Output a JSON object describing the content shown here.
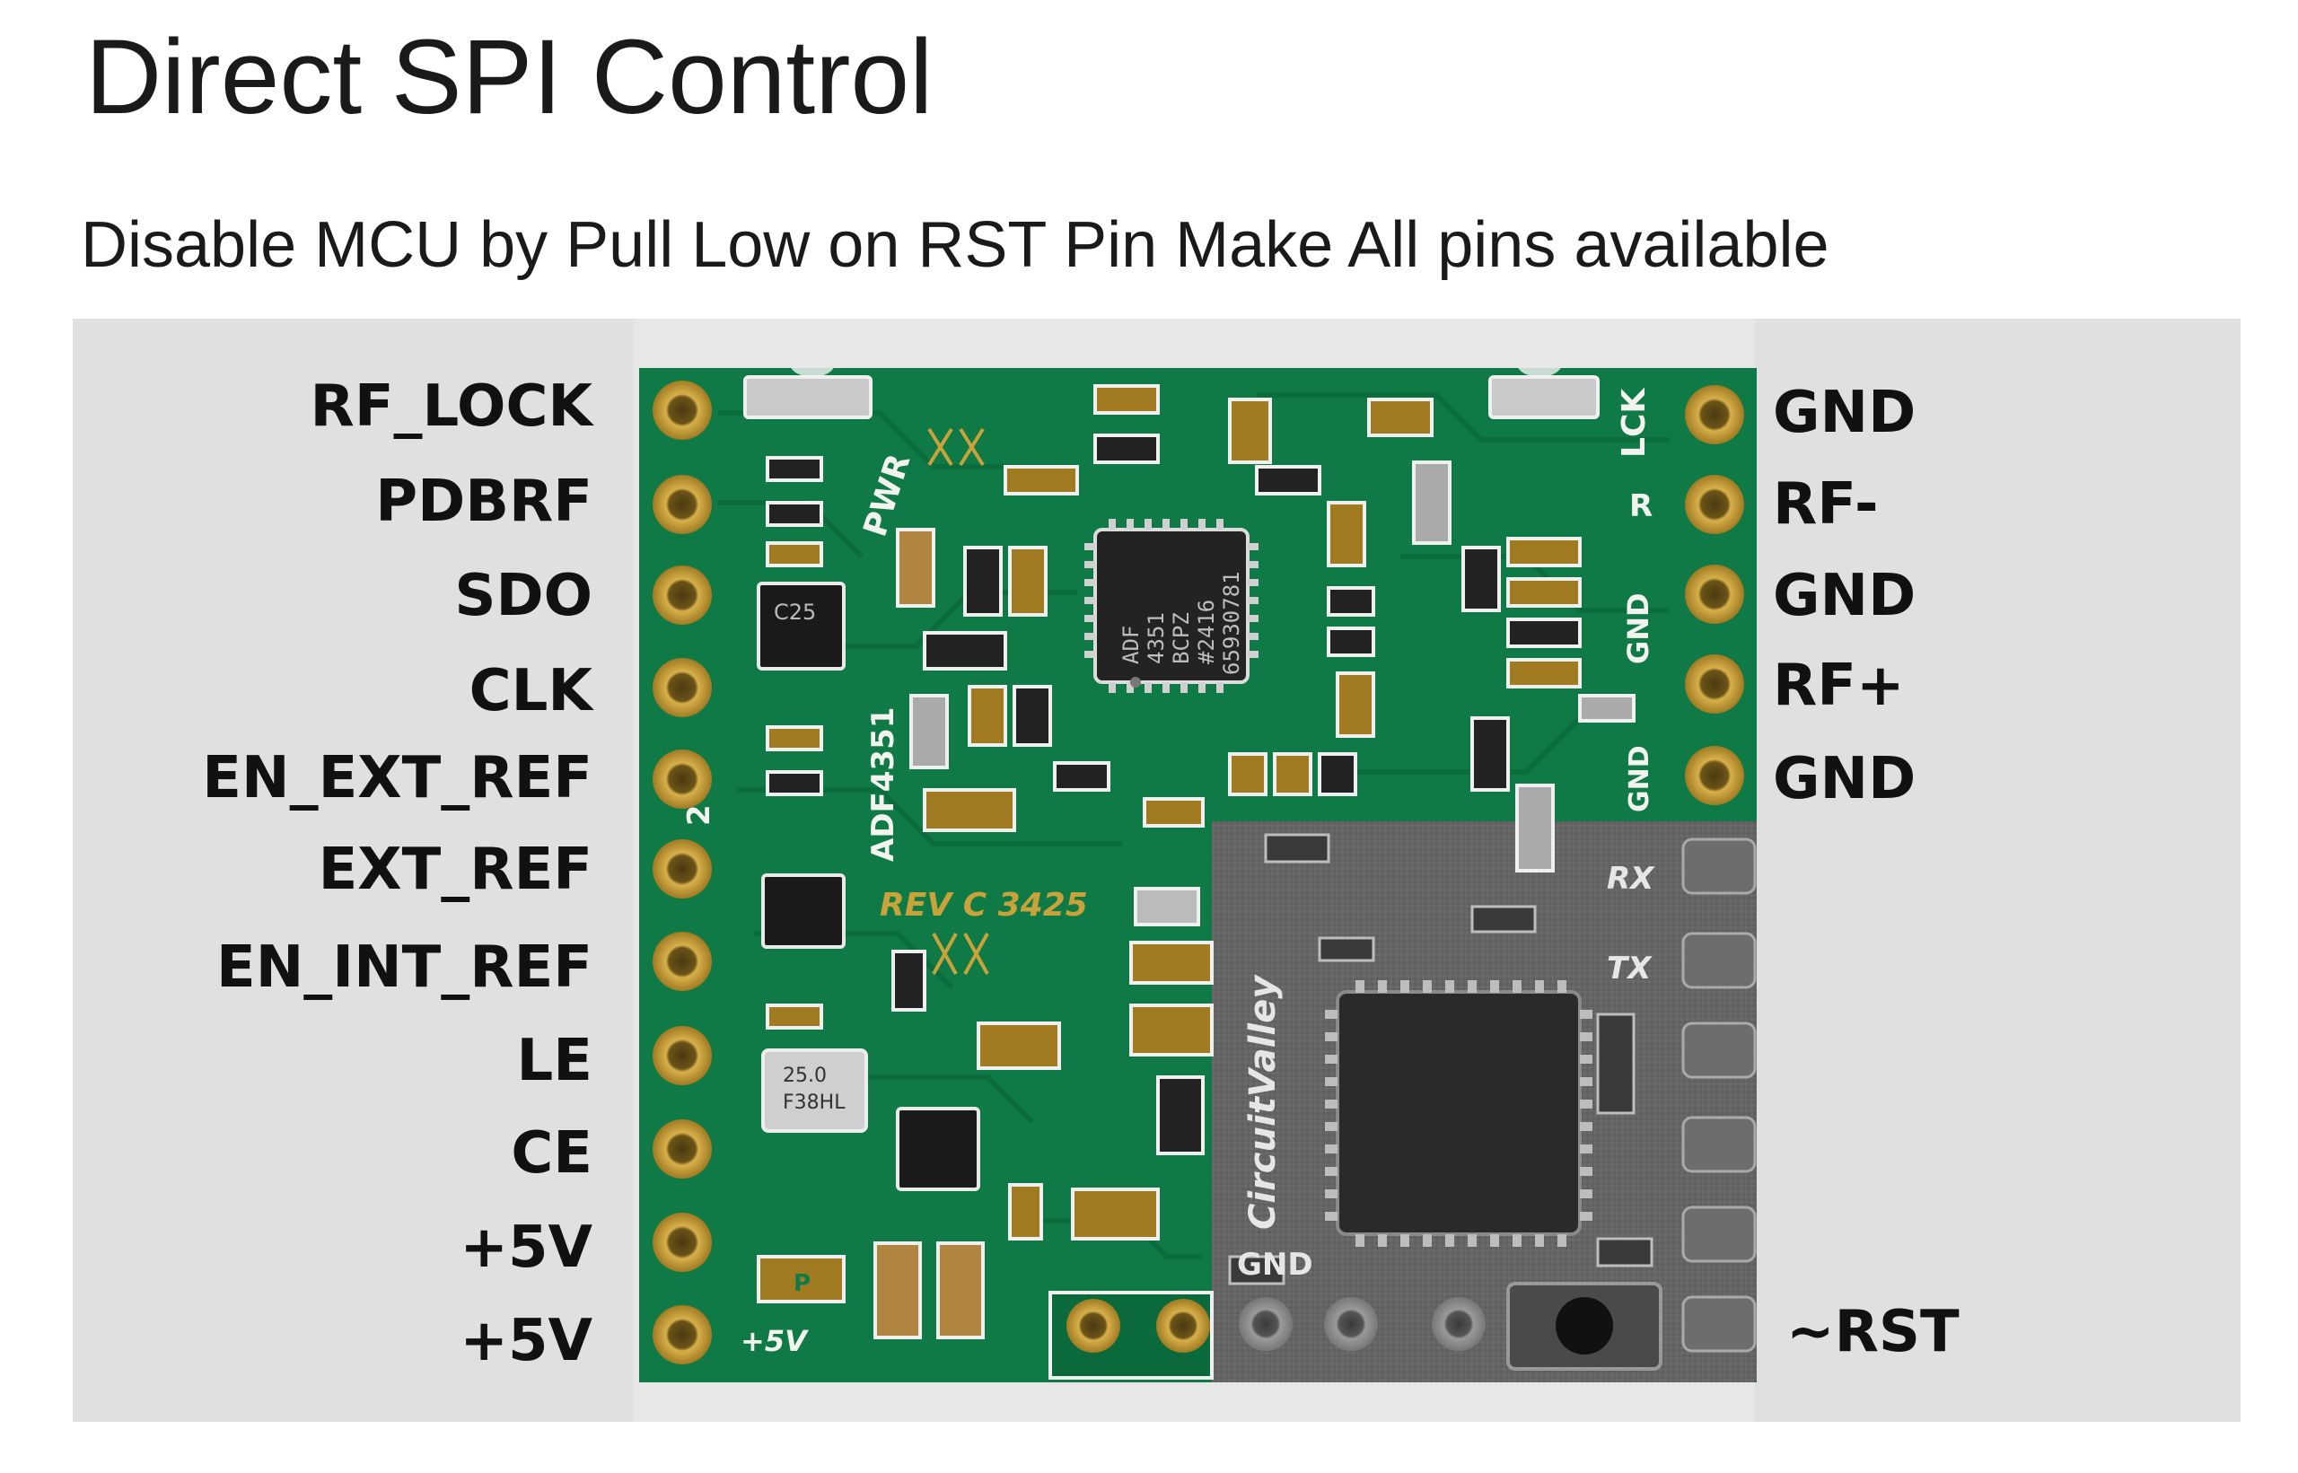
{
  "page": {
    "title": "Direct SPI Control",
    "subtitle": "Disable MCU by Pull Low on RST Pin Make All pins available"
  },
  "left_pins": [
    {
      "label": "RF_LOCK"
    },
    {
      "label": "PDBRF"
    },
    {
      "label": "SDO"
    },
    {
      "label": "CLK"
    },
    {
      "label": "EN_EXT_REF"
    },
    {
      "label": "EXT_REF"
    },
    {
      "label": "EN_INT_REF"
    },
    {
      "label": "LE"
    },
    {
      "label": "CE"
    },
    {
      "label": "+5V"
    },
    {
      "label": "+5V"
    }
  ],
  "right_pins": [
    {
      "label": "GND"
    },
    {
      "label": "RF-"
    },
    {
      "label": "GND"
    },
    {
      "label": "RF+"
    },
    {
      "label": "GND"
    },
    {
      "label": "~RST"
    }
  ],
  "board": {
    "silkscreen": {
      "pwr": "PWR",
      "lck": "LCK",
      "chip_part": "ADF4351",
      "chip_marking": [
        "ADF",
        "4351",
        "BCPZ",
        "#2416",
        "65930781"
      ],
      "rev": "REV C 3425",
      "brand": "CircuitValley",
      "gnd_a": "GND",
      "gnd_b": "GND",
      "gnd_c": "GND",
      "five_v": "+5V",
      "rx": "RX",
      "tx": "TX",
      "r_mark": "R",
      "p_mark": "P",
      "ic_small": "C25",
      "crystal": [
        "25.0",
        "F38HL"
      ],
      "num_2": "2"
    },
    "colors": {
      "pcb_green": "#0f7a45",
      "pcb_dark": "#0b5e35",
      "gold": "#c8a23a",
      "silk": "#f4f4f0",
      "grey_overlay": "#5a5a5a"
    }
  }
}
